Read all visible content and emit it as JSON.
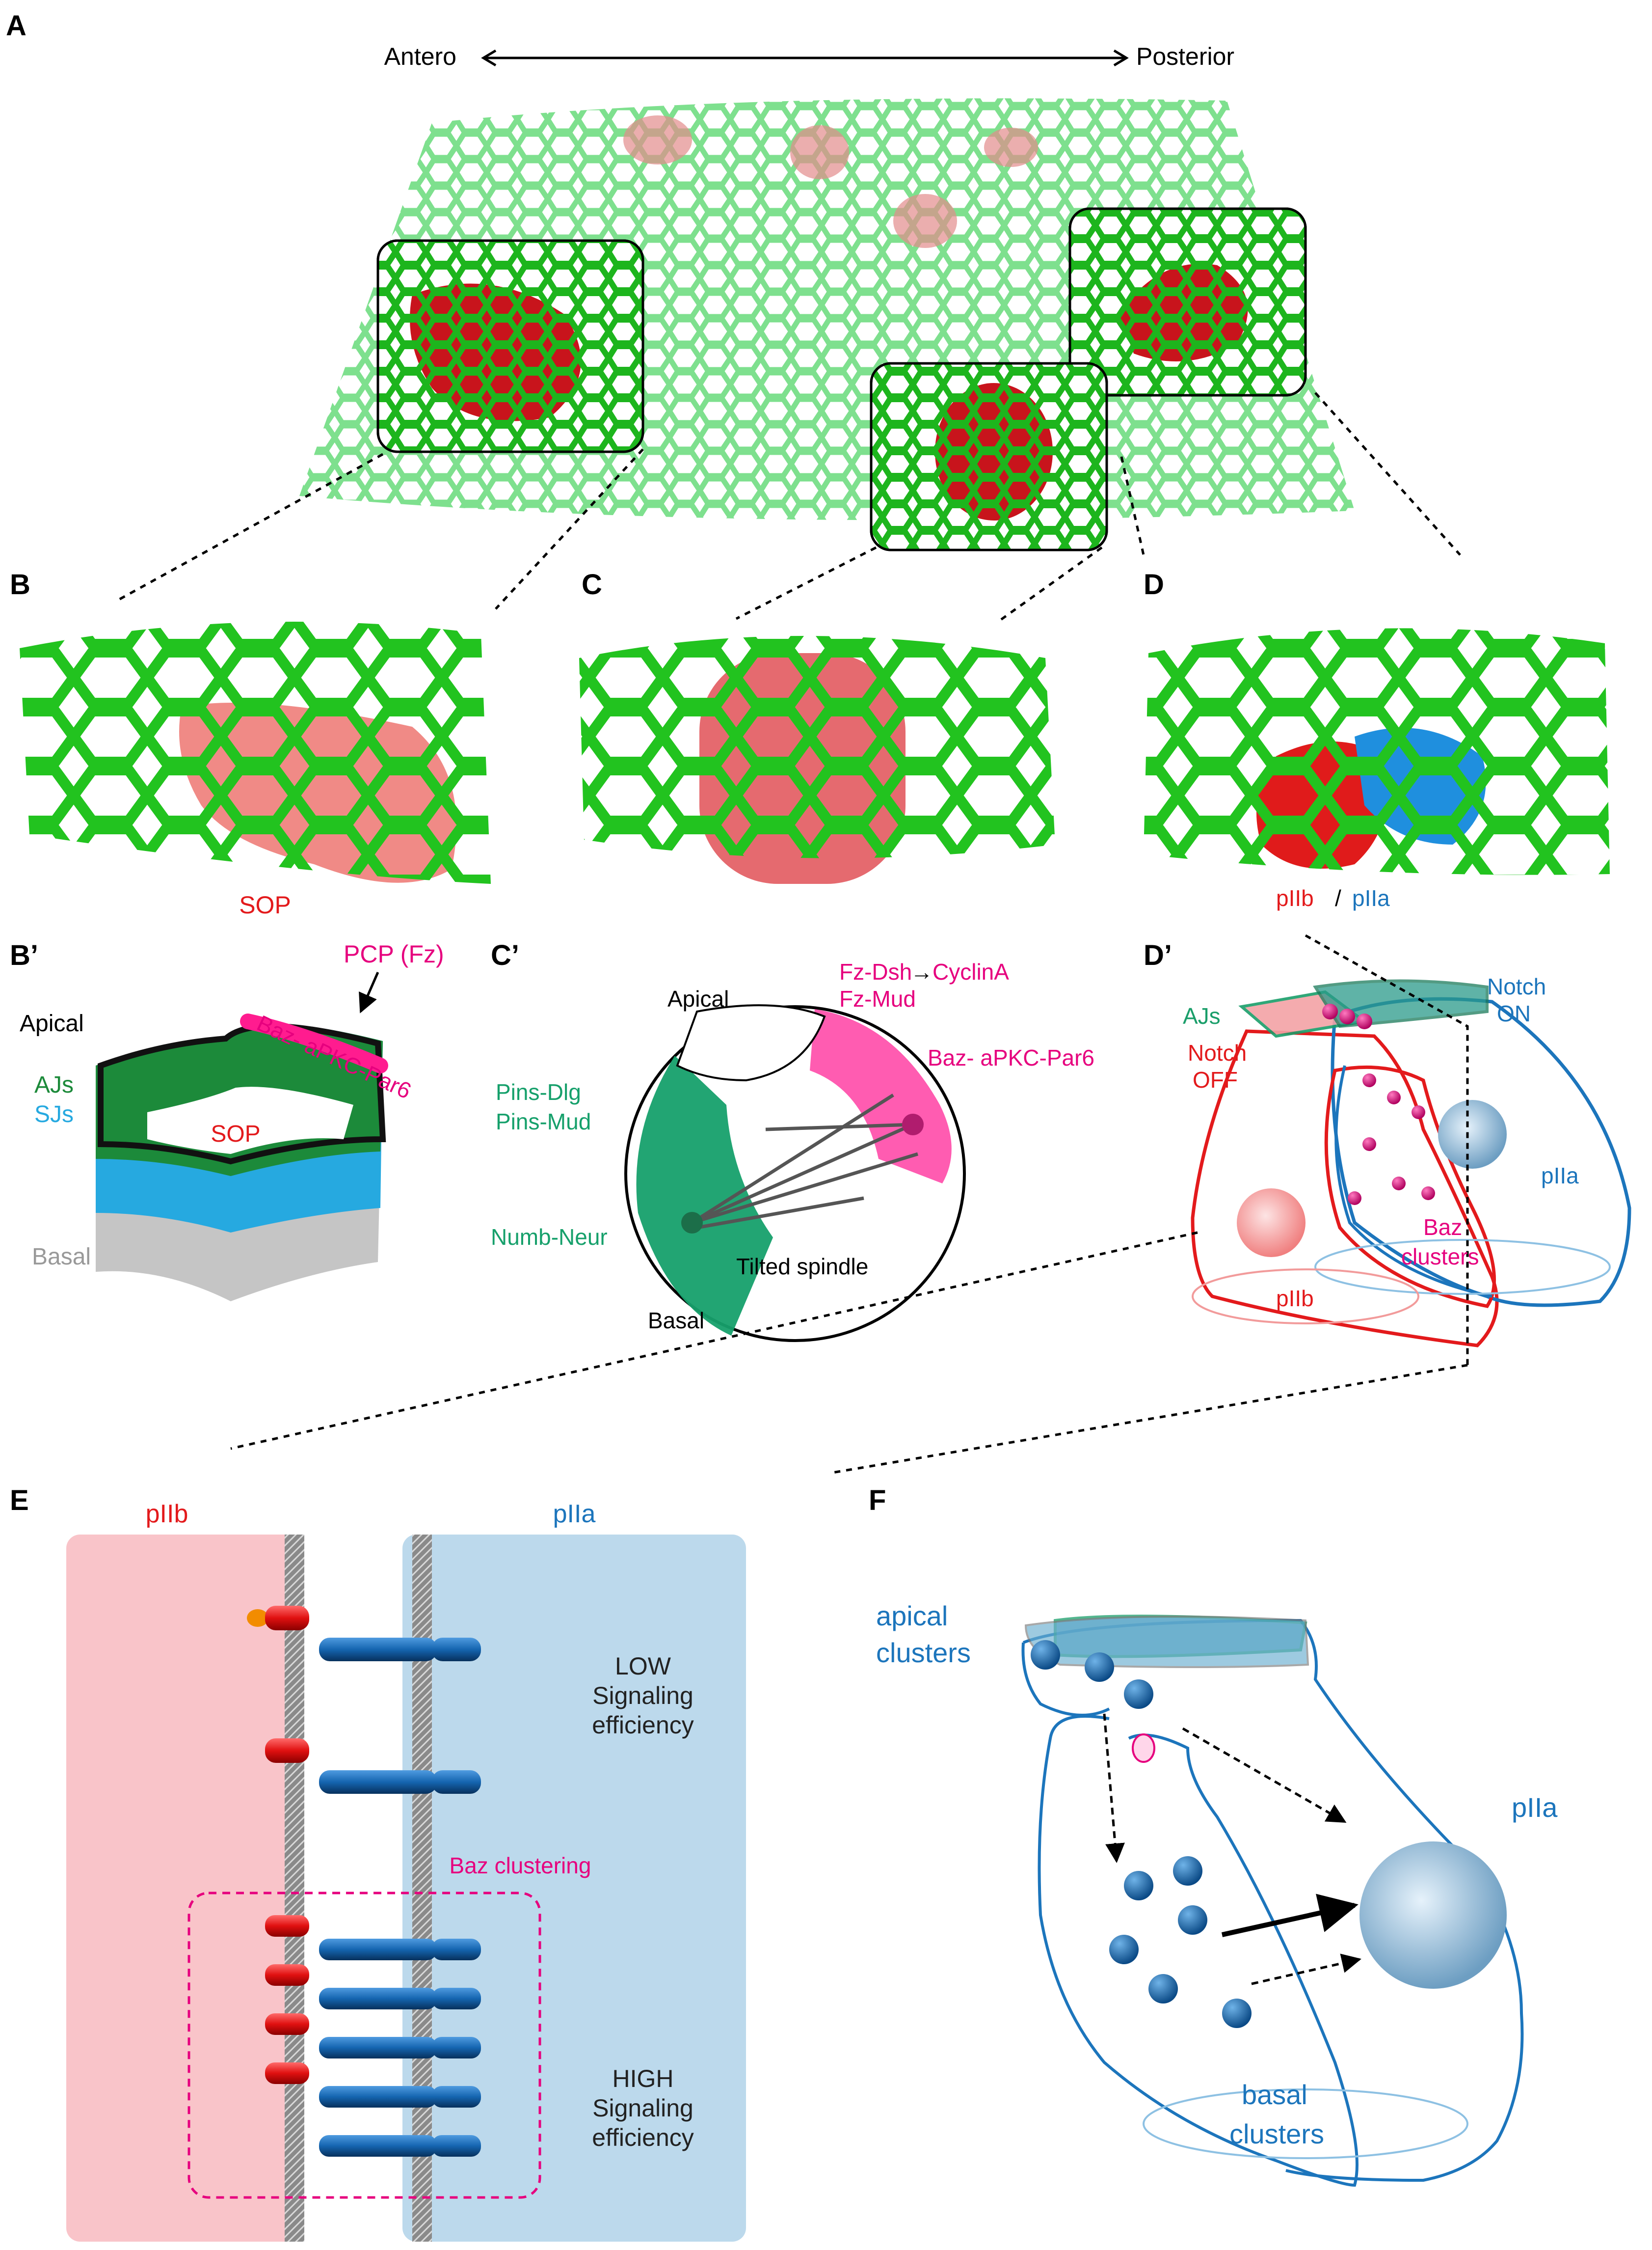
{
  "panel_letters": {
    "a": "A",
    "b": "B",
    "c": "C",
    "d": "D",
    "b2": "B’",
    "c2": "C’",
    "d2": "D’",
    "e": "E",
    "f": "F"
  },
  "panel_a": {
    "axis_left": "Antero",
    "axis_right": "Posterior"
  },
  "panel_b": {
    "sop": "SOP"
  },
  "panel_d": {
    "piib": "pIIb",
    "slash": "/",
    "piia": "pIIa"
  },
  "panel_b2": {
    "apical": "Apical",
    "ajs": "AJs",
    "sjs": "SJs",
    "sop": "SOP",
    "basal": "Basal",
    "pcp": "PCP (Fz)",
    "baz": "Baz- aPKC-Par6"
  },
  "panel_c2": {
    "fz_dsh": "Fz-Dsh",
    "cyclin": "CyclinA",
    "fz_mud": "Fz-Mud",
    "apical": "Apical",
    "baz": "Baz- aPKC-Par6",
    "pins_dlg": "Pins-Dlg",
    "pins_mud": "Pins-Mud",
    "numb": "Numb-Neur",
    "spindle": "Tilted spindle",
    "basal": "Basal"
  },
  "panel_d2": {
    "ajs": "AJs",
    "notch_on_1": "Notch",
    "notch_on_2": "ON",
    "notch_off_1": "Notch",
    "notch_off_2": "OFF",
    "piia": "pIIa",
    "piib": "pIIb",
    "baz_1": "Baz",
    "baz_2": "clusters"
  },
  "panel_e": {
    "piib": "pIIb",
    "piia": "pIIa",
    "low_1": "LOW",
    "low_2": "Signaling",
    "low_3": "efficiency",
    "baz": "Baz clustering",
    "high_1": "HIGH",
    "high_2": "Signaling",
    "high_3": "efficiency"
  },
  "panel_f": {
    "apical_1": "apical",
    "apical_2": "clusters",
    "piia": "pIIa",
    "basal_1": "basal",
    "basal_2": "clusters"
  },
  "colors": {
    "green": "#1fb01f",
    "red": "#e31a1c",
    "blue": "#1c75bc",
    "magenta": "#e6007e",
    "teal": "#1a9e6a",
    "pink_bg": "#f9c4c9",
    "blue_bg": "#bcd9ec",
    "navy": "#0a4f8f"
  }
}
